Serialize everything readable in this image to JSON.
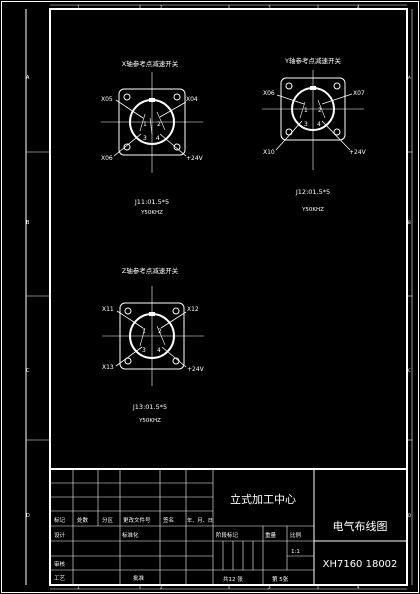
{
  "border": {
    "columns": [
      "1",
      "2",
      "3",
      "4"
    ],
    "rows": [
      "A",
      "B",
      "C",
      "D"
    ]
  },
  "connectors": [
    {
      "title": "X轴参考点减速开关",
      "code": "J11:01.5*5",
      "model": "Y50KHZ",
      "pins": [
        {
          "id": "1",
          "label": "X05"
        },
        {
          "id": "2",
          "label": "X04"
        },
        {
          "id": "3",
          "label": "X06"
        },
        {
          "id": "4",
          "label": "+24V"
        }
      ]
    },
    {
      "title": "Y轴参考点减速开关",
      "code": "J12:01.5*5",
      "model": "Y50KHZ",
      "pins": [
        {
          "id": "1",
          "label": "X06"
        },
        {
          "id": "2",
          "label": "X07"
        },
        {
          "id": "3",
          "label": "X10"
        },
        {
          "id": "4",
          "label": "+24V"
        }
      ]
    },
    {
      "title": "Z轴参考点减速开关",
      "code": "J13:01.5*5",
      "model": "Y50KHZ",
      "pins": [
        {
          "id": "1",
          "label": "X11"
        },
        {
          "id": "2",
          "label": "X12"
        },
        {
          "id": "3",
          "label": "X13"
        },
        {
          "id": "4",
          "label": "+24V"
        }
      ]
    }
  ],
  "title_block": {
    "project": "立式加工中心",
    "drawing_title": "电气布线图",
    "drawing_no": "XH7160 18002",
    "headers": [
      "标记",
      "处数",
      "分区",
      "更改文件号",
      "签名",
      "年、月、日"
    ],
    "design": "设计",
    "standard": "标准化",
    "review": "审核",
    "process": "工艺",
    "approve": "批准",
    "stage_mark": "阶段标记",
    "weight": "重量",
    "scale_label": "比例",
    "scale_value": "1:1",
    "sheets_total": "共12 张",
    "sheet_no": "第 5张"
  }
}
